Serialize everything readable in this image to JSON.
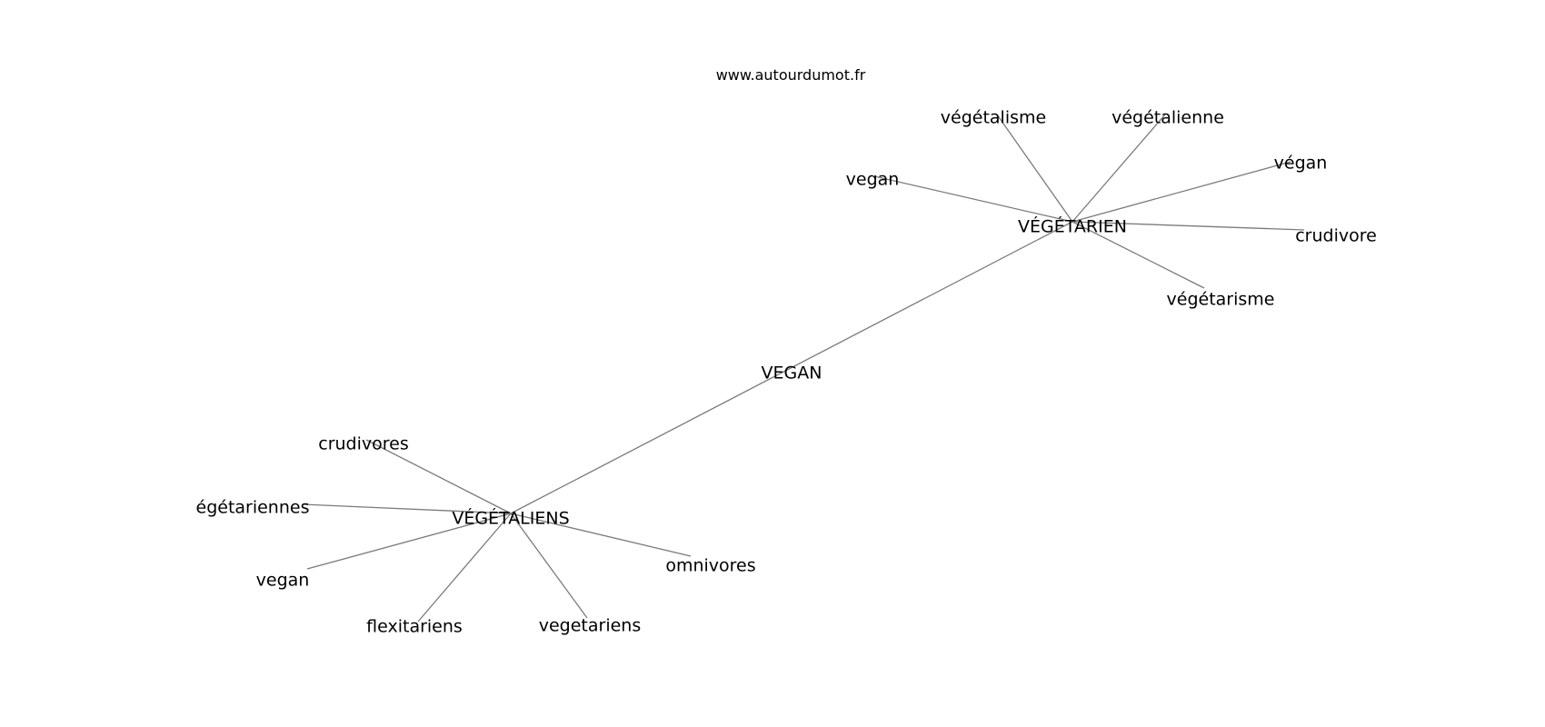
{
  "watermark": "www.autourdumot.fr",
  "graph": {
    "nodes": [
      {
        "id": "VEGAN",
        "label": "VEGAN"
      },
      {
        "id": "VEGETARIEN",
        "label": "VÉGÉTARIEN"
      },
      {
        "id": "VEGETALIENS",
        "label": "VÉGÉTALIENS"
      },
      {
        "id": "vegetalisme",
        "label": "végétalisme"
      },
      {
        "id": "vegetalienne",
        "label": "végétalienne"
      },
      {
        "id": "vegan_1",
        "label": "vegan"
      },
      {
        "id": "vegan_accent",
        "label": "végan"
      },
      {
        "id": "crudivore",
        "label": "crudivore"
      },
      {
        "id": "vegetarisme",
        "label": "végétarisme"
      },
      {
        "id": "crudivores",
        "label": "crudivores"
      },
      {
        "id": "egetariennes",
        "label": "égétariennes"
      },
      {
        "id": "vegan_2",
        "label": "vegan"
      },
      {
        "id": "flexitariens",
        "label": "flexitariens"
      },
      {
        "id": "vegetariens",
        "label": "vegetariens"
      },
      {
        "id": "omnivores",
        "label": "omnivores"
      }
    ],
    "edges": [
      [
        "VEGETALIENS",
        "VEGETARIEN"
      ],
      [
        "VEGETARIEN",
        "vegetalisme"
      ],
      [
        "VEGETARIEN",
        "vegetalienne"
      ],
      [
        "VEGETARIEN",
        "vegan_1"
      ],
      [
        "VEGETARIEN",
        "vegan_accent"
      ],
      [
        "VEGETARIEN",
        "crudivore"
      ],
      [
        "VEGETARIEN",
        "vegetarisme"
      ],
      [
        "VEGETALIENS",
        "crudivores"
      ],
      [
        "VEGETALIENS",
        "egetariennes"
      ],
      [
        "VEGETALIENS",
        "vegan_2"
      ],
      [
        "VEGETALIENS",
        "flexitariens"
      ],
      [
        "VEGETALIENS",
        "vegetariens"
      ],
      [
        "VEGETALIENS",
        "omnivores"
      ]
    ]
  }
}
